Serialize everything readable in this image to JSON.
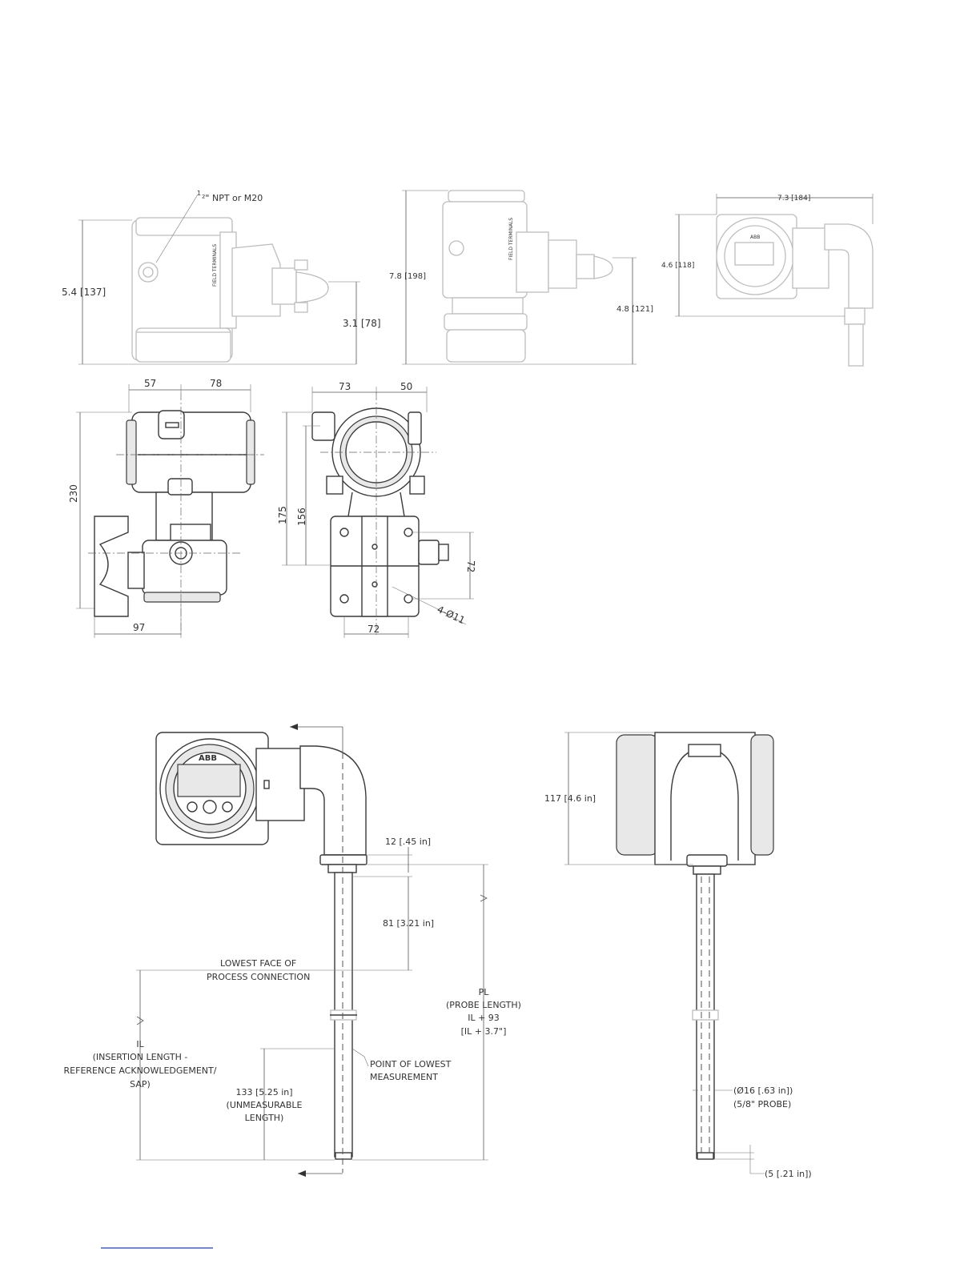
{
  "sheet": {
    "top_views": {
      "view1": {
        "conduit": "NPT or M20",
        "conduit_fraction": "1",
        "height": "5.4 [137]",
        "center_height": "3.1 [78]",
        "terminal_label": "FIELD TERMINALS"
      },
      "view2": {
        "height": "7.8 [198]",
        "center_height": "4.8 [121]",
        "terminal_label": "FIELD TERMINALS"
      },
      "view3": {
        "width": "7.3 [184]",
        "height": "4.6 [118]",
        "logo": "ABB"
      }
    },
    "mid_views": {
      "side": {
        "width_left": "57",
        "width_right": "78",
        "height": "230",
        "bracket_width": "97"
      },
      "front": {
        "width_left": "73",
        "width_right": "50",
        "height_outer": "175",
        "height_inner": "156",
        "bolt_spacing_v": "72",
        "bolt_spacing_h": "72",
        "holes": "4-Ø11"
      }
    },
    "bottom_left": {
      "logo": "ABB",
      "dim_12": "12 [.45 in]",
      "dim_81": "81 [3.21 in]",
      "lowest_face": [
        "LOWEST FACE OF",
        "PROCESS CONNECTION"
      ],
      "pl": [
        "PL",
        "(PROBE LENGTH)",
        "IL + 93",
        "[IL + 3.7\"]"
      ],
      "il": [
        "IL",
        "(INSERTION LENGTH -",
        "REFERENCE ACKNOWLEDGEMENT/",
        "SAP)"
      ],
      "point_lowest": [
        "POINT OF LOWEST",
        "MEASUREMENT"
      ],
      "unmeasurable": [
        "133 [5.25 in]",
        "(UNMEASURABLE",
        "LENGTH)"
      ]
    },
    "bottom_right": {
      "height": "117 [4.6 in]",
      "probe_dia": [
        "(Ø16 [.63 in])",
        "(5/8\" PROBE)"
      ],
      "tip": "(5 [.21 in])"
    }
  }
}
